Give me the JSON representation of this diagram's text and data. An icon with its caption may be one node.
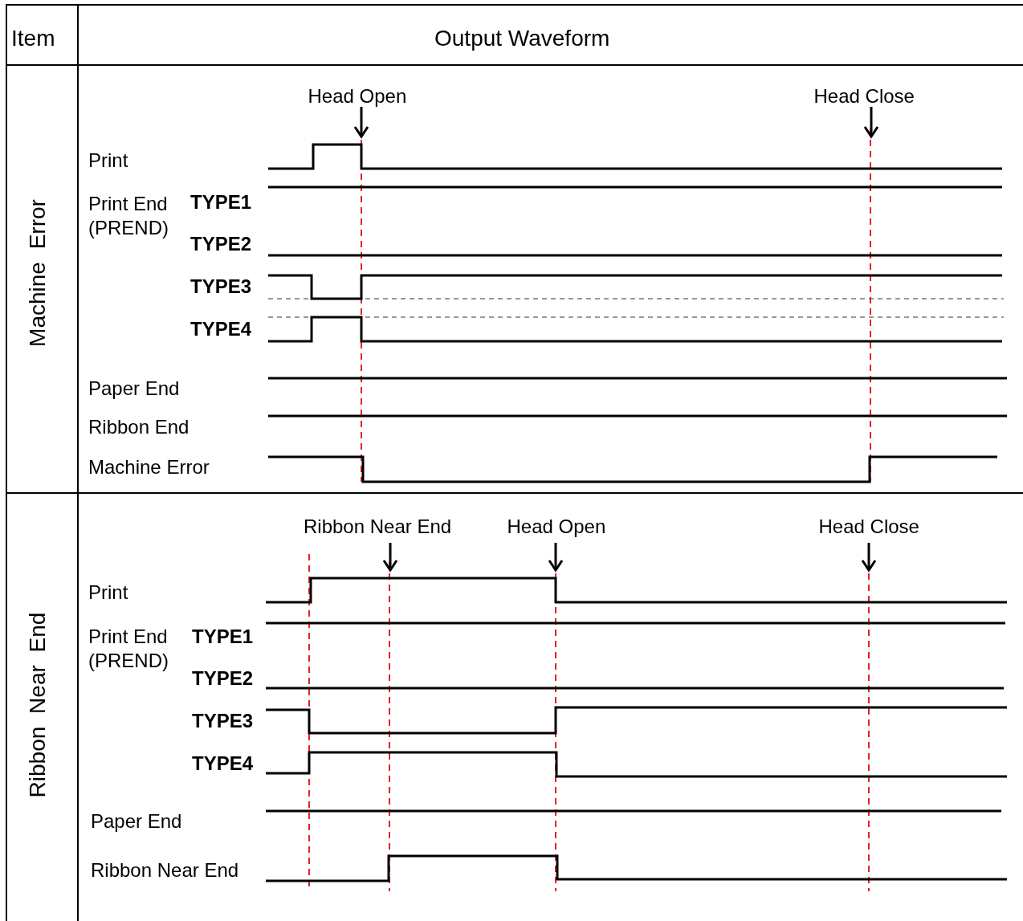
{
  "diagram": {
    "labels": [
      "Item",
      "Output Waveform",
      "Machine Error",
      "Head Open",
      "Head Close",
      "Print",
      "Print End (PREND)",
      "TYPE1",
      "TYPE2",
      "TYPE3",
      "TYPE4",
      "Paper End",
      "Ribbon End",
      "Machine Error",
      "Ribbon Near End",
      "Ribbon Near End",
      "Head Open",
      "Head Close",
      "Print",
      "Print End (PREND)",
      "TYPE1",
      "TYPE2",
      "TYPE3",
      "TYPE4",
      "Paper End",
      "Ribbon Near End"
    ]
  }
}
